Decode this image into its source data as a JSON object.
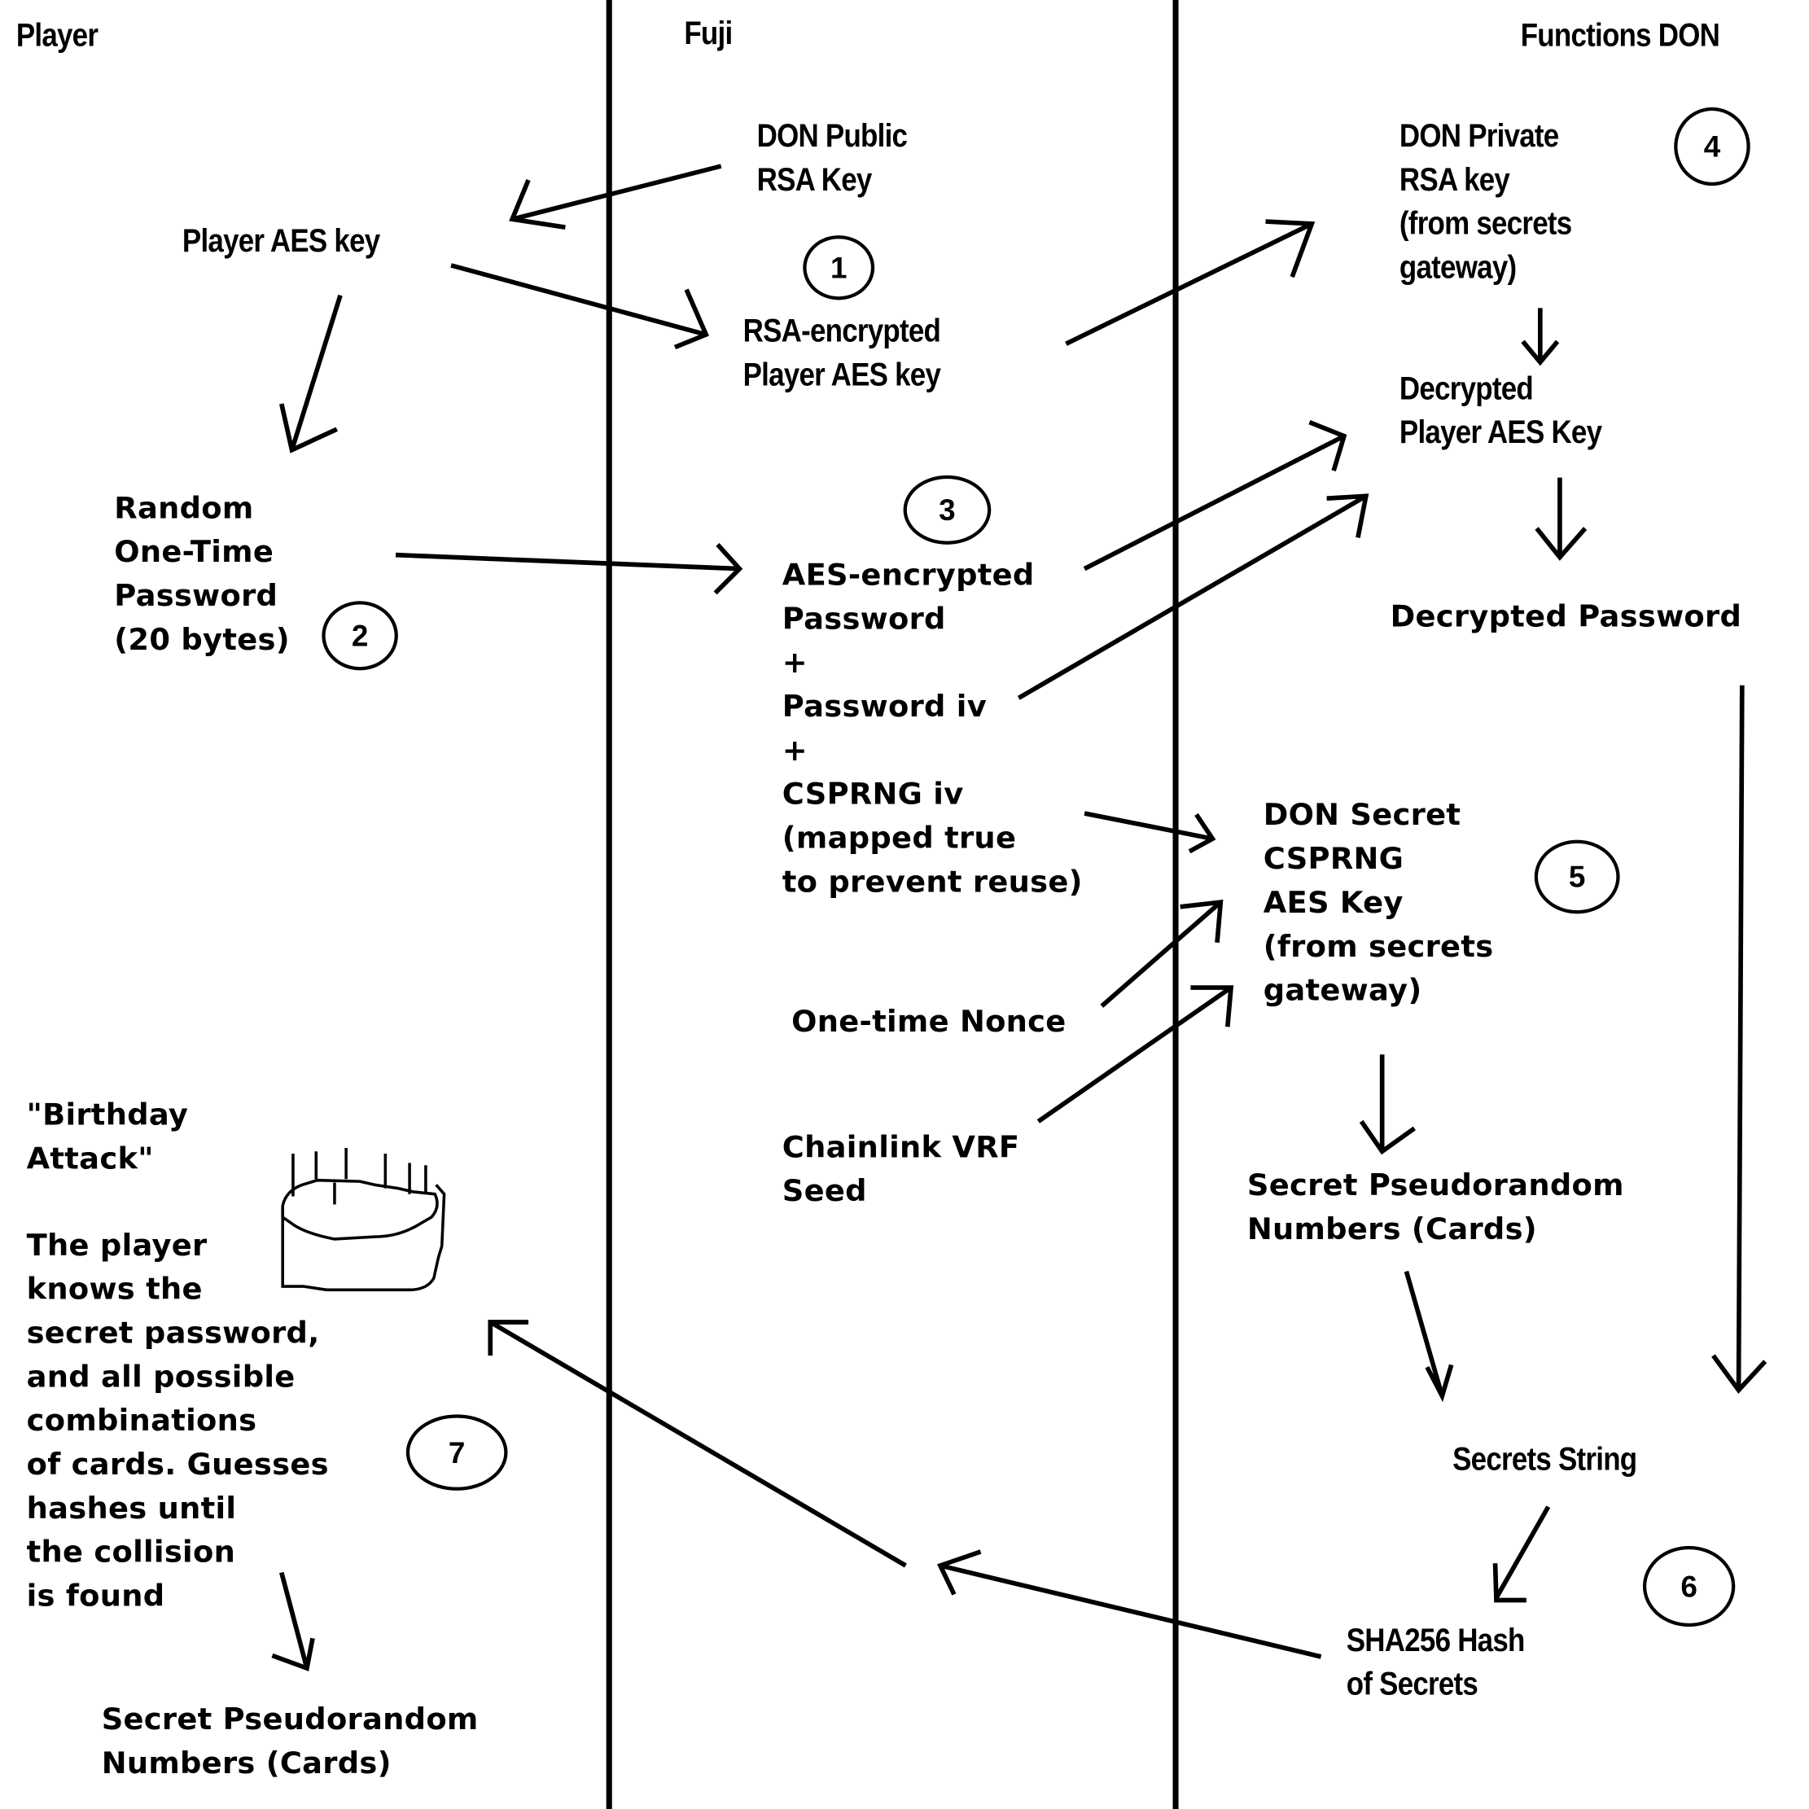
{
  "lanes": {
    "player": "Player",
    "fuji": "Fuji",
    "functions_don": "Functions DON"
  },
  "nodes": {
    "don_public_rsa_key": "DON Public\nRSA Key",
    "player_aes_key": "Player AES key",
    "rsa_encrypted_player_aes_key": "RSA-encrypted\nPlayer AES key",
    "random_one_time_password": "Random\nOne-Time\nPassword\n(20 bytes)",
    "aes_encrypted_bundle": "AES-encrypted\nPassword\n+\nPassword iv\n+\nCSPRNG iv\n(mapped true\nto prevent reuse)",
    "one_time_nonce": "One-time Nonce",
    "chainlink_vrf_seed": "Chainlink VRF\nSeed",
    "don_private_rsa_key": "DON Private\nRSA key\n(from secrets\ngateway)",
    "decrypted_player_aes_key": "Decrypted\nPlayer AES Key",
    "decrypted_password": "Decrypted Password",
    "don_secret_csprng_aes_key": "DON Secret\nCSPRNG\nAES Key\n(from secrets\ngateway)",
    "secret_pseudorandom_numbers_don": "Secret Pseudorandom\nNumbers (Cards)",
    "secrets_string": "Secrets String",
    "sha256_hash_of_secrets": "SHA256 Hash\nof Secrets",
    "birthday_attack_title": "\"Birthday\nAttack\"",
    "birthday_attack_description": "The player\nknows the\nsecret password,\nand all possible\ncombinations\nof cards. Guesses\nhashes until\nthe collision\nis found",
    "secret_pseudorandom_numbers_player": "Secret Pseudorandom\nNumbers (Cards)"
  },
  "steps": [
    "1",
    "2",
    "3",
    "4",
    "5",
    "6",
    "7"
  ],
  "colors": {
    "ink": "#000000",
    "background": "#ffffff"
  }
}
